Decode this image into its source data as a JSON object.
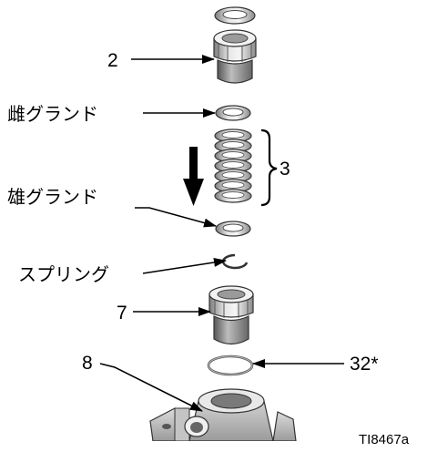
{
  "diagram": {
    "callouts": {
      "part_2": "2",
      "part_3": "3",
      "part_7": "7",
      "part_8": "8",
      "part_32": "32*"
    },
    "labels": {
      "female_gland": "雌グランド",
      "male_gland": "雄グランド",
      "spring": "スプリング"
    },
    "figure_ref": "TI8467a"
  }
}
